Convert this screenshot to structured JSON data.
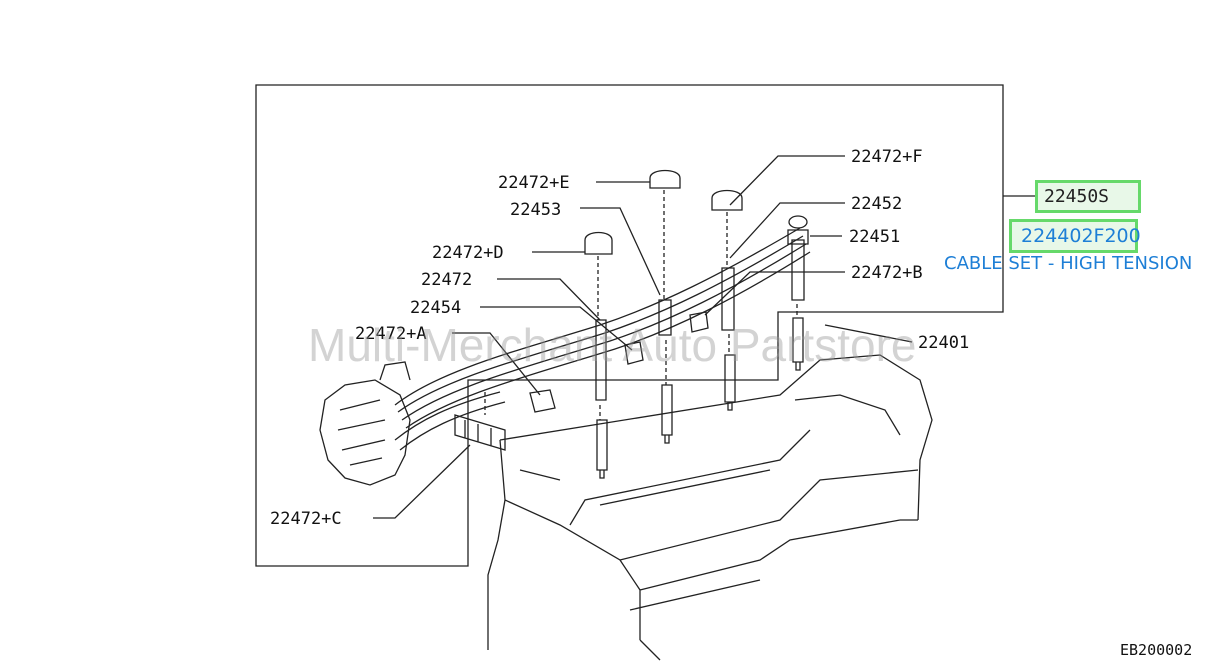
{
  "labels": {
    "l_22472F": "22472+F",
    "l_22472E": "22472+E",
    "l_22453": "22453",
    "l_22452": "22452",
    "l_22451": "22451",
    "l_22472D": "22472+D",
    "l_22472": "22472",
    "l_22472B": "22472+B",
    "l_22454": "22454",
    "l_22472A": "22472+A",
    "l_22401": "22401",
    "l_22472C": "22472+C"
  },
  "highlight": {
    "assembly_number": "22450S",
    "part_number": "224402F200",
    "description": "CABLE SET - HIGH TENSION"
  },
  "watermark": "Multi-Merchant Auto Partstore",
  "figure_code": "EB200002",
  "colors": {
    "highlight_border": "#66d96a",
    "part_number_blue": "#1e7fd6"
  }
}
